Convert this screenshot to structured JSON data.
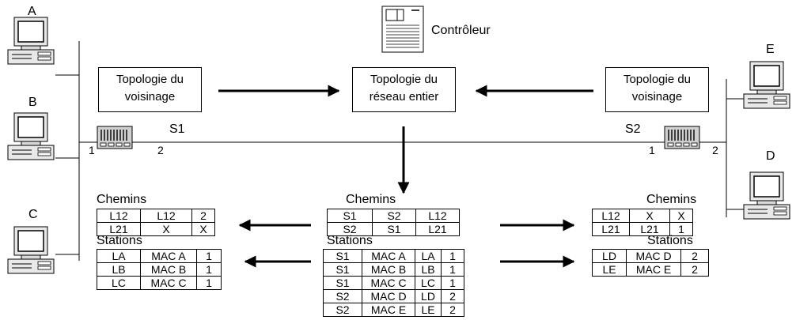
{
  "controller": {
    "label": "Contrôleur"
  },
  "hosts": {
    "A": "A",
    "B": "B",
    "C": "C",
    "D": "D",
    "E": "E"
  },
  "switches": {
    "s1": {
      "name": "S1",
      "port1": "1",
      "port2": "2"
    },
    "s2": {
      "name": "S2",
      "port1": "1",
      "port2": "2"
    }
  },
  "boxes": {
    "left": {
      "line1": "Topologie du",
      "line2": "voisinage"
    },
    "center": {
      "line1": "Topologie du",
      "line2": "réseau entier"
    },
    "right": {
      "line1": "Topologie du",
      "line2": "voisinage"
    }
  },
  "tables": {
    "left_paths": {
      "title": "Chemins",
      "rows": [
        [
          "L12",
          "L12",
          "2"
        ],
        [
          "L21",
          "X",
          "X"
        ]
      ]
    },
    "center_paths": {
      "title": "Chemins",
      "rows": [
        [
          "S1",
          "S2",
          "L12"
        ],
        [
          "S2",
          "S1",
          "L21"
        ]
      ]
    },
    "right_paths": {
      "title": "Chemins",
      "rows": [
        [
          "L12",
          "X",
          "X"
        ],
        [
          "L21",
          "L21",
          "1"
        ]
      ]
    },
    "left_stations": {
      "title": "Stations",
      "rows": [
        [
          "LA",
          "MAC A",
          "1"
        ],
        [
          "LB",
          "MAC B",
          "1"
        ],
        [
          "LC",
          "MAC C",
          "1"
        ]
      ]
    },
    "center_stations": {
      "title": "Stations",
      "rows": [
        [
          "S1",
          "MAC A",
          "LA",
          "1"
        ],
        [
          "S1",
          "MAC B",
          "LB",
          "1"
        ],
        [
          "S1",
          "MAC C",
          "LC",
          "1"
        ],
        [
          "S2",
          "MAC D",
          "LD",
          "2"
        ],
        [
          "S2",
          "MAC E",
          "LE",
          "2"
        ]
      ]
    },
    "right_stations": {
      "title": "Stations",
      "rows": [
        [
          "LD",
          "MAC D",
          "2"
        ],
        [
          "LE",
          "MAC E",
          "2"
        ]
      ]
    }
  }
}
